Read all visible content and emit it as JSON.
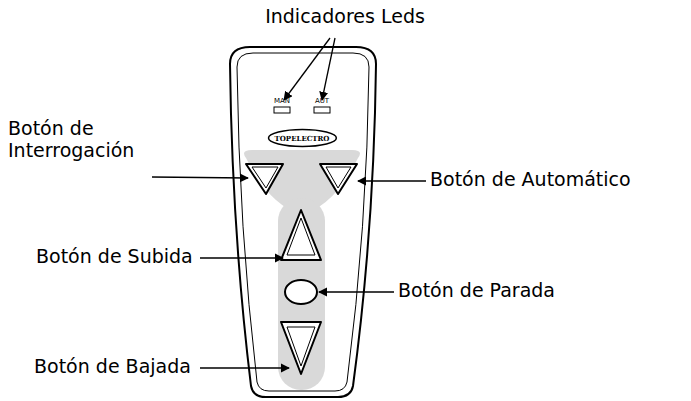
{
  "diagram": {
    "nodes": [
      {
        "text": [
          "TOPELECTRO"
        ]
      }
    ],
    "labels": [
      "Indicadores Leds",
      "MAN",
      "AUT",
      "Botón de Interrogación",
      "Botón de Automático",
      "Botón de Subida",
      "Botón de Parada",
      "Botón de Bajada"
    ]
  }
}
